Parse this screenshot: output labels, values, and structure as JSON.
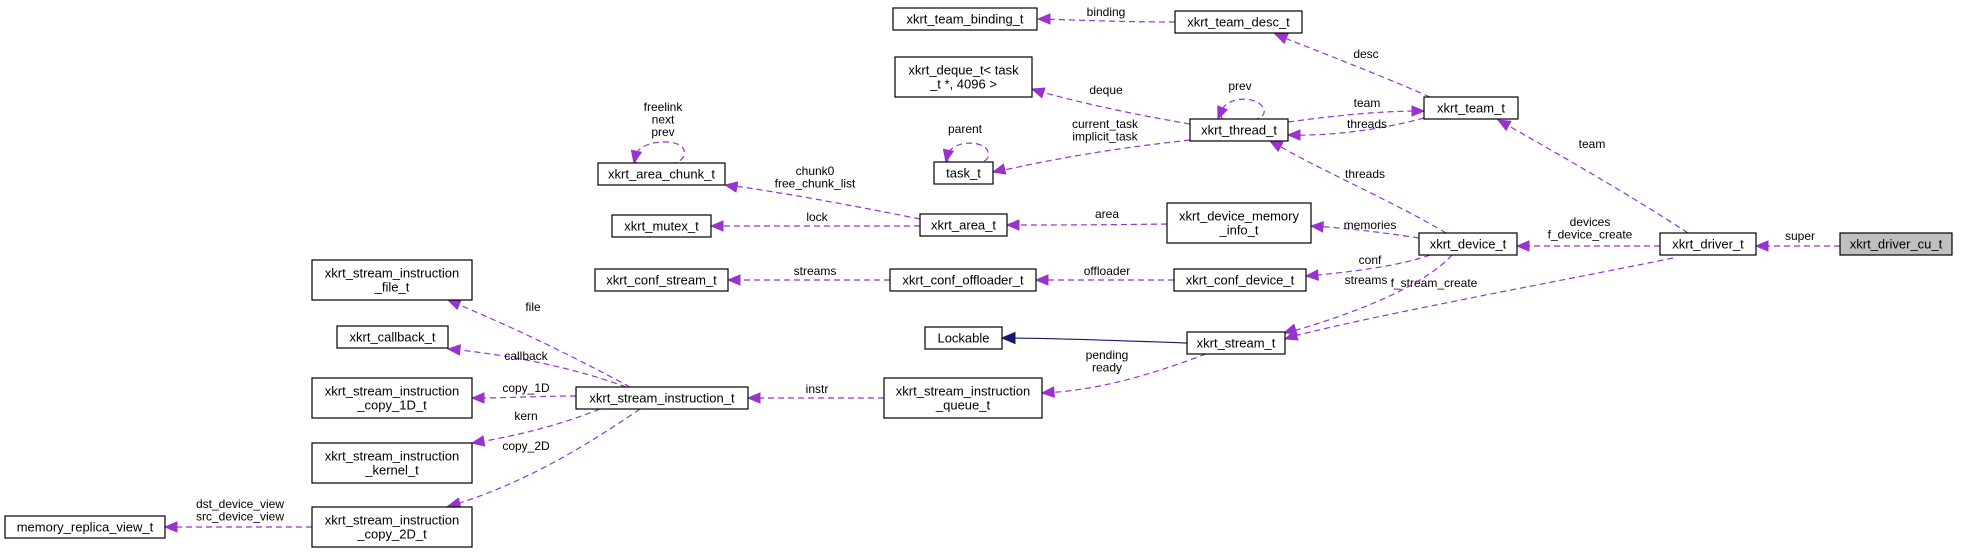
{
  "nodes": [
    {
      "id": "xkrt_driver_cu_t",
      "lines": [
        "xkrt_driver_cu_t"
      ],
      "focus": true
    },
    {
      "id": "xkrt_driver_t",
      "lines": [
        "xkrt_driver_t"
      ]
    },
    {
      "id": "xkrt_device_t",
      "lines": [
        "xkrt_device_t"
      ]
    },
    {
      "id": "xkrt_team_t",
      "lines": [
        "xkrt_team_t"
      ]
    },
    {
      "id": "xkrt_stream_t",
      "lines": [
        "xkrt_stream_t"
      ]
    },
    {
      "id": "xkrt_team_desc_t",
      "lines": [
        "xkrt_team_desc_t"
      ]
    },
    {
      "id": "xkrt_team_binding_t",
      "lines": [
        "xkrt_team_binding_t"
      ]
    },
    {
      "id": "xkrt_thread_t",
      "lines": [
        "xkrt_thread_t"
      ]
    },
    {
      "id": "xkrt_deque_t",
      "lines": [
        "xkrt_deque_t< task",
        "_t *, 4096 >"
      ]
    },
    {
      "id": "task_t",
      "lines": [
        "task_t"
      ]
    },
    {
      "id": "xkrt_device_memory_info_t",
      "lines": [
        "xkrt_device_memory",
        "_info_t"
      ]
    },
    {
      "id": "xkrt_area_t",
      "lines": [
        "xkrt_area_t"
      ]
    },
    {
      "id": "xkrt_area_chunk_t",
      "lines": [
        "xkrt_area_chunk_t"
      ]
    },
    {
      "id": "xkrt_mutex_t",
      "lines": [
        "xkrt_mutex_t"
      ]
    },
    {
      "id": "xkrt_conf_device_t",
      "lines": [
        "xkrt_conf_device_t"
      ]
    },
    {
      "id": "xkrt_conf_offloader_t",
      "lines": [
        "xkrt_conf_offloader_t"
      ]
    },
    {
      "id": "xkrt_conf_stream_t",
      "lines": [
        "xkrt_conf_stream_t"
      ]
    },
    {
      "id": "Lockable",
      "lines": [
        "Lockable"
      ]
    },
    {
      "id": "xkrt_stream_instruction_queue_t",
      "lines": [
        "xkrt_stream_instruction",
        "_queue_t"
      ]
    },
    {
      "id": "xkrt_stream_instruction_t",
      "lines": [
        "xkrt_stream_instruction_t"
      ]
    },
    {
      "id": "xkrt_stream_instruction_file_t",
      "lines": [
        "xkrt_stream_instruction",
        "_file_t"
      ]
    },
    {
      "id": "xkrt_callback_t",
      "lines": [
        "xkrt_callback_t"
      ]
    },
    {
      "id": "xkrt_stream_instruction_copy_1D_t",
      "lines": [
        "xkrt_stream_instruction",
        "_copy_1D_t"
      ]
    },
    {
      "id": "xkrt_stream_instruction_kernel_t",
      "lines": [
        "xkrt_stream_instruction",
        "_kernel_t"
      ]
    },
    {
      "id": "xkrt_stream_instruction_copy_2D_t",
      "lines": [
        "xkrt_stream_instruction",
        "_copy_2D_t"
      ]
    },
    {
      "id": "memory_replica_view_t",
      "lines": [
        "memory_replica_view_t"
      ]
    }
  ],
  "edges": [
    {
      "from": "xkrt_driver_cu_t",
      "to": "xkrt_driver_t",
      "label": [
        "super"
      ]
    },
    {
      "from": "xkrt_driver_t",
      "to": "xkrt_device_t",
      "label": [
        "devices",
        "f_device_create"
      ]
    },
    {
      "from": "xkrt_driver_t",
      "to": "xkrt_team_t",
      "label": [
        "team"
      ]
    },
    {
      "from": "xkrt_driver_t",
      "to": "xkrt_stream_t",
      "label": [
        "f_stream_create"
      ]
    },
    {
      "from": "xkrt_device_t",
      "to": "xkrt_thread_t",
      "label": [
        "threads"
      ]
    },
    {
      "from": "xkrt_device_t",
      "to": "xkrt_device_memory_info_t",
      "label": [
        "memories"
      ]
    },
    {
      "from": "xkrt_device_t",
      "to": "xkrt_conf_device_t",
      "label": [
        "conf"
      ]
    },
    {
      "from": "xkrt_device_t",
      "to": "xkrt_stream_t",
      "label": [
        "streams"
      ]
    },
    {
      "from": "xkrt_team_t",
      "to": "xkrt_team_desc_t",
      "label": [
        "desc"
      ]
    },
    {
      "from": "xkrt_team_t",
      "to": "xkrt_thread_t",
      "label": [
        "threads"
      ]
    },
    {
      "from": "xkrt_thread_t",
      "to": "xkrt_team_t",
      "label": [
        "team"
      ]
    },
    {
      "from": "xkrt_team_desc_t",
      "to": "xkrt_team_binding_t",
      "label": [
        "binding"
      ]
    },
    {
      "from": "xkrt_thread_t",
      "to": "xkrt_thread_t",
      "label": [
        "prev"
      ]
    },
    {
      "from": "xkrt_thread_t",
      "to": "xkrt_deque_t",
      "label": [
        "deque"
      ]
    },
    {
      "from": "xkrt_thread_t",
      "to": "task_t",
      "label": [
        "current_task",
        "implicit_task"
      ]
    },
    {
      "from": "task_t",
      "to": "task_t",
      "label": [
        "parent"
      ]
    },
    {
      "from": "xkrt_device_memory_info_t",
      "to": "xkrt_area_t",
      "label": [
        "area"
      ]
    },
    {
      "from": "xkrt_area_t",
      "to": "xkrt_area_chunk_t",
      "label": [
        "chunk0",
        "free_chunk_list"
      ]
    },
    {
      "from": "xkrt_area_t",
      "to": "xkrt_mutex_t",
      "label": [
        "lock"
      ]
    },
    {
      "from": "xkrt_area_chunk_t",
      "to": "xkrt_area_chunk_t",
      "label": [
        "freelink",
        "next",
        "prev"
      ]
    },
    {
      "from": "xkrt_conf_device_t",
      "to": "xkrt_conf_offloader_t",
      "label": [
        "offloader"
      ]
    },
    {
      "from": "xkrt_conf_offloader_t",
      "to": "xkrt_conf_stream_t",
      "label": [
        "streams"
      ]
    },
    {
      "from": "xkrt_stream_t",
      "to": "Lockable",
      "label": [],
      "kind": "inherit"
    },
    {
      "from": "xkrt_stream_t",
      "to": "xkrt_stream_instruction_queue_t",
      "label": [
        "pending",
        "ready"
      ]
    },
    {
      "from": "xkrt_stream_instruction_queue_t",
      "to": "xkrt_stream_instruction_t",
      "label": [
        "instr"
      ]
    },
    {
      "from": "xkrt_stream_instruction_t",
      "to": "xkrt_stream_instruction_file_t",
      "label": [
        "file"
      ]
    },
    {
      "from": "xkrt_stream_instruction_t",
      "to": "xkrt_callback_t",
      "label": [
        "callback"
      ]
    },
    {
      "from": "xkrt_stream_instruction_t",
      "to": "xkrt_stream_instruction_copy_1D_t",
      "label": [
        "copy_1D"
      ]
    },
    {
      "from": "xkrt_stream_instruction_t",
      "to": "xkrt_stream_instruction_kernel_t",
      "label": [
        "kern"
      ]
    },
    {
      "from": "xkrt_stream_instruction_t",
      "to": "xkrt_stream_instruction_copy_2D_t",
      "label": [
        "copy_2D"
      ]
    },
    {
      "from": "xkrt_stream_instruction_copy_2D_t",
      "to": "memory_replica_view_t",
      "label": [
        "dst_device_view",
        "src_device_view"
      ]
    }
  ]
}
